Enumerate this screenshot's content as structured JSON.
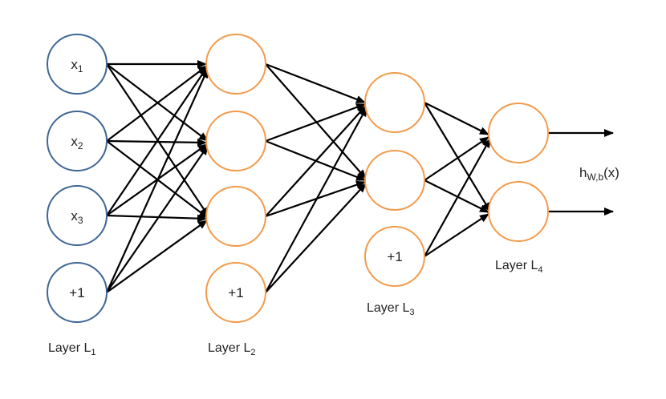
{
  "diagram": {
    "layers": {
      "L1": {
        "label": "Layer L",
        "sub": "1",
        "nodes": [
          {
            "text": "x",
            "sub": "1"
          },
          {
            "text": "x",
            "sub": "2"
          },
          {
            "text": "x",
            "sub": "3"
          },
          {
            "text": "+1",
            "sub": ""
          }
        ]
      },
      "L2": {
        "label": "Layer L",
        "sub": "2",
        "nodes": [
          {
            "text": "",
            "sub": ""
          },
          {
            "text": "",
            "sub": ""
          },
          {
            "text": "",
            "sub": ""
          },
          {
            "text": "+1",
            "sub": ""
          }
        ]
      },
      "L3": {
        "label": "Layer L",
        "sub": "3",
        "nodes": [
          {
            "text": "",
            "sub": ""
          },
          {
            "text": "",
            "sub": ""
          },
          {
            "text": "+1",
            "sub": ""
          }
        ]
      },
      "L4": {
        "label": "Layer L",
        "sub": "4",
        "nodes": [
          {
            "text": "",
            "sub": ""
          },
          {
            "text": "",
            "sub": ""
          }
        ]
      }
    },
    "output": {
      "text": "h",
      "sub": "W,b",
      "suffix": "(x)"
    },
    "colors": {
      "input_node": "#3f6796",
      "hidden_node": "#f39a4a",
      "edge": "#000000"
    }
  }
}
